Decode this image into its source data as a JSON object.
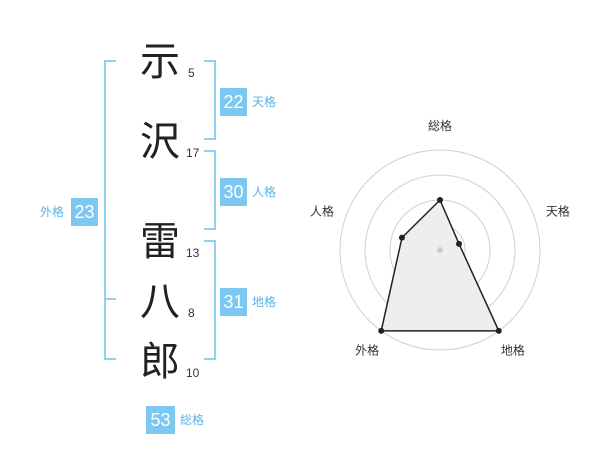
{
  "name_chars": [
    {
      "char": "示",
      "strokes": "5"
    },
    {
      "char": "沢",
      "strokes": "17"
    },
    {
      "char": "雷",
      "strokes": "13"
    },
    {
      "char": "八",
      "strokes": "8"
    },
    {
      "char": "郎",
      "strokes": "10"
    }
  ],
  "badges": {
    "tenkaku": {
      "value": "22",
      "label": "天格"
    },
    "jinkaku": {
      "value": "30",
      "label": "人格"
    },
    "chikaku": {
      "value": "31",
      "label": "地格"
    },
    "gaikaku": {
      "value": "23",
      "label": "外格"
    },
    "soukaku": {
      "value": "53",
      "label": "総格"
    }
  },
  "colors": {
    "accent": "#7dc8f0",
    "line": "#8fd0f3",
    "radar_fill": "#eeeeee"
  },
  "chart_data": {
    "type": "radar",
    "axes": [
      "総格",
      "天格",
      "地格",
      "外格",
      "人格"
    ],
    "values": [
      0.5,
      0.2,
      1.0,
      1.0,
      0.4
    ],
    "range": [
      0,
      1
    ],
    "rings": 4
  }
}
